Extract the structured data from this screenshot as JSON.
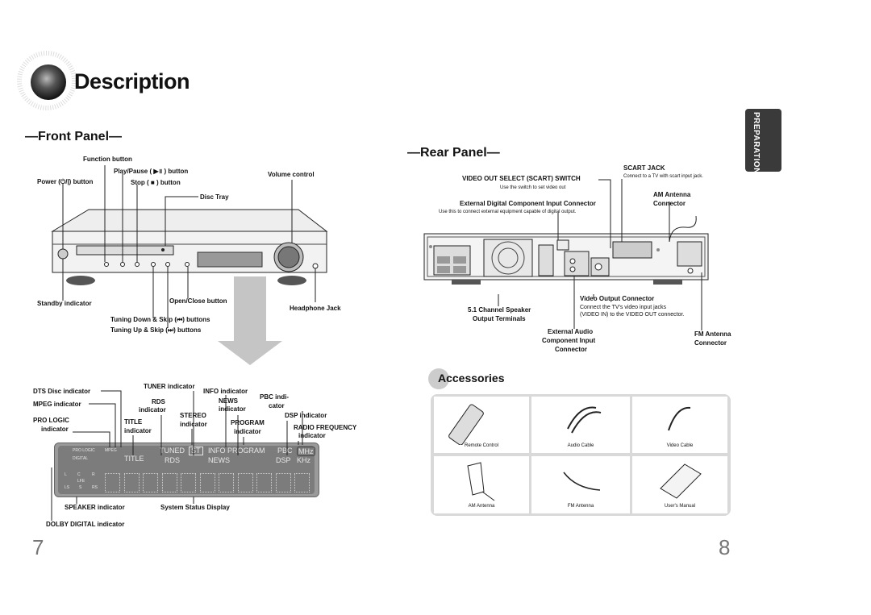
{
  "header": {
    "title": "Description"
  },
  "tab": {
    "label": "PREPARATION"
  },
  "front_panel": {
    "title": "—Front Panel—",
    "labels": {
      "function_button": "Function button",
      "play_pause": "Play/Pause ( ▶॥ ) button",
      "power": "Power (⏻/|) button",
      "stop": "Stop ( ■ ) button",
      "volume": "Volume control",
      "disc_tray": "Disc Tray",
      "standby": "Standby indicator",
      "open_close": "Open/Close button",
      "headphone": "Headphone Jack",
      "tuning_down": "Tuning Down & Skip (⏮) buttons",
      "tuning_up": "Tuning Up & Skip (⏭) buttons"
    }
  },
  "display": {
    "labels": {
      "dts": "DTS Disc indicator",
      "mpeg": "MPEG indicator",
      "pro_logic_1": "PRO LOGIC",
      "pro_logic_2": "indicator",
      "tuner": "TUNER indicator",
      "info": "INFO indicator",
      "rds_1": "RDS",
      "rds_2": "indicator",
      "news_1": "NEWS",
      "news_2": "indicator",
      "pbc_1": "PBC indi-",
      "pbc_2": "cator",
      "stereo_1": "STEREO",
      "stereo_2": "indicator",
      "title_1": "TITLE",
      "title_2": "indicator",
      "program_1": "PROGRAM",
      "program_2": "indicator",
      "dsp": "DSP indicator",
      "radio_freq_1": "RADIO FREQUENCY",
      "radio_freq_2": "indicator",
      "speaker": "SPEAKER indicator",
      "system_status": "System Status Display",
      "dolby": "DOLBY DIGITAL indicator"
    },
    "screen": {
      "pro_logic": "PRO LOGIC",
      "mpeg": "MPEG",
      "dolby": "DIGITAL",
      "title": "TITLE",
      "tuned": "TUNED",
      "st": "ST",
      "info": "INFO",
      "program": "PROGRAM",
      "pbc": "PBC",
      "mhz": "MHz",
      "rds": "RDS",
      "news": "NEWS",
      "dsp": "DSP",
      "khz": "KHz",
      "spk_l": "L",
      "spk_c": "C",
      "spk_r": "R",
      "spk_lfe": "LFE",
      "spk_ls": "LS",
      "spk_s": "S",
      "spk_rs": "RS"
    }
  },
  "rear_panel": {
    "title": "—Rear Panel—",
    "labels": {
      "video_out_select": "VIDEO OUT SELECT (SCART) SWITCH",
      "video_out_select_desc": "Use the switch to set video out",
      "scart": "SCART JACK",
      "scart_desc": "Connect to a TV with scart input jack.",
      "am_antenna_1": "AM Antenna",
      "am_antenna_2": "Connector",
      "ext_digital": "External Digital Component Input Connector",
      "ext_digital_desc": "Use this to connect external equipment capable of digital output.",
      "video_output": "Video Output Connector",
      "video_output_desc_1": "Connect the TV's video input jacks",
      "video_output_desc_2": "(VIDEO IN) to the VIDEO OUT connector.",
      "speaker_1": "5.1 Channel Speaker",
      "speaker_2": "Output Terminals",
      "ext_audio_1": "External Audio",
      "ext_audio_2": "Component Input",
      "ext_audio_3": "Connector",
      "fm_antenna_1": "FM Antenna",
      "fm_antenna_2": "Connector"
    }
  },
  "accessories": {
    "title": "Accessories",
    "items": [
      {
        "label": "Remote Control",
        "icon": "remote-control-icon"
      },
      {
        "label": "Audio Cable",
        "icon": "audio-cable-icon"
      },
      {
        "label": "Video Cable",
        "icon": "video-cable-icon"
      },
      {
        "label": "AM Antenna",
        "icon": "am-antenna-icon"
      },
      {
        "label": "FM Antenna",
        "icon": "fm-antenna-icon"
      },
      {
        "label": "User's Manual",
        "icon": "manual-icon"
      }
    ]
  },
  "pages": {
    "left": "7",
    "right": "8"
  }
}
